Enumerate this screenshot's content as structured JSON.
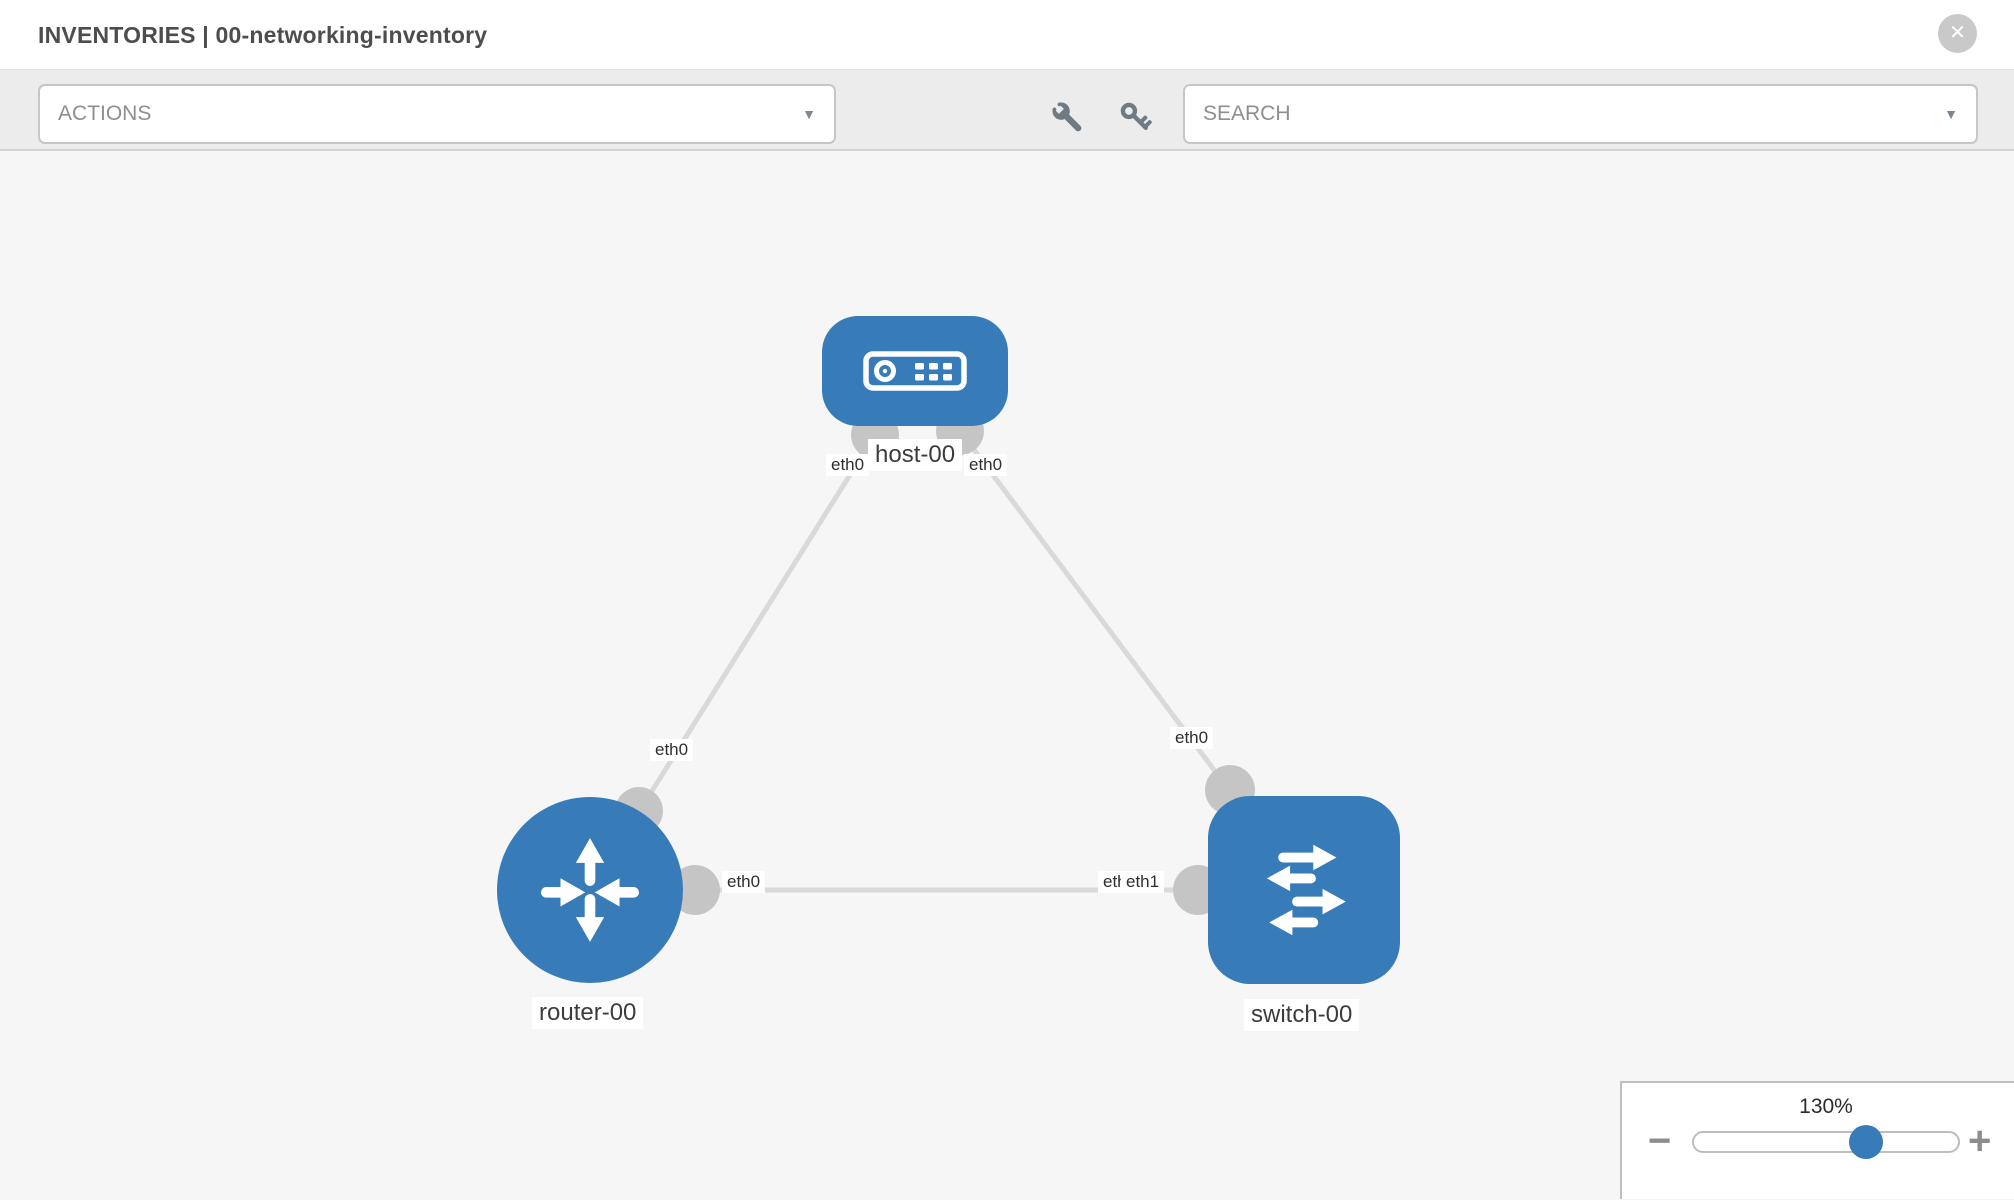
{
  "header": {
    "title": "INVENTORIES | 00-networking-inventory",
    "close_glyph": "✕"
  },
  "toolbar": {
    "actions_label": "ACTIONS",
    "search_label": "SEARCH",
    "caret_glyph": "▼"
  },
  "topology": {
    "nodes": [
      {
        "id": "host-00",
        "type": "host",
        "label": "host-00"
      },
      {
        "id": "router-00",
        "type": "router",
        "label": "router-00"
      },
      {
        "id": "switch-00",
        "type": "switch",
        "label": "switch-00"
      }
    ],
    "links": [
      {
        "source": "host-00",
        "target": "router-00",
        "source_interface": "eth0",
        "target_interface": "eth0"
      },
      {
        "source": "host-00",
        "target": "switch-00",
        "source_interface": "eth0",
        "target_interface": "eth0"
      },
      {
        "source": "router-00",
        "target": "switch-00",
        "source_interface": "eth0",
        "target_interface": "eth1"
      }
    ],
    "interface_labels": {
      "link1_host": "eth0",
      "link1_router": "eth0",
      "link2_host": "eth0",
      "link2_switch": "eth0",
      "link3_router": "eth0",
      "link3_switch_under": "eth0",
      "link3_switch_over": "eth1"
    }
  },
  "zoom_control": {
    "level": "130%",
    "minus_glyph": "−",
    "plus_glyph": "+"
  },
  "colors": {
    "node_blue": "#377cb8",
    "connector_gray": "#c5c5c5",
    "link_gray": "#d9d9d9",
    "slider_thumb_blue": "#377cb8",
    "toolbar_bg": "#ececec",
    "canvas_bg": "#f6f6f6"
  }
}
